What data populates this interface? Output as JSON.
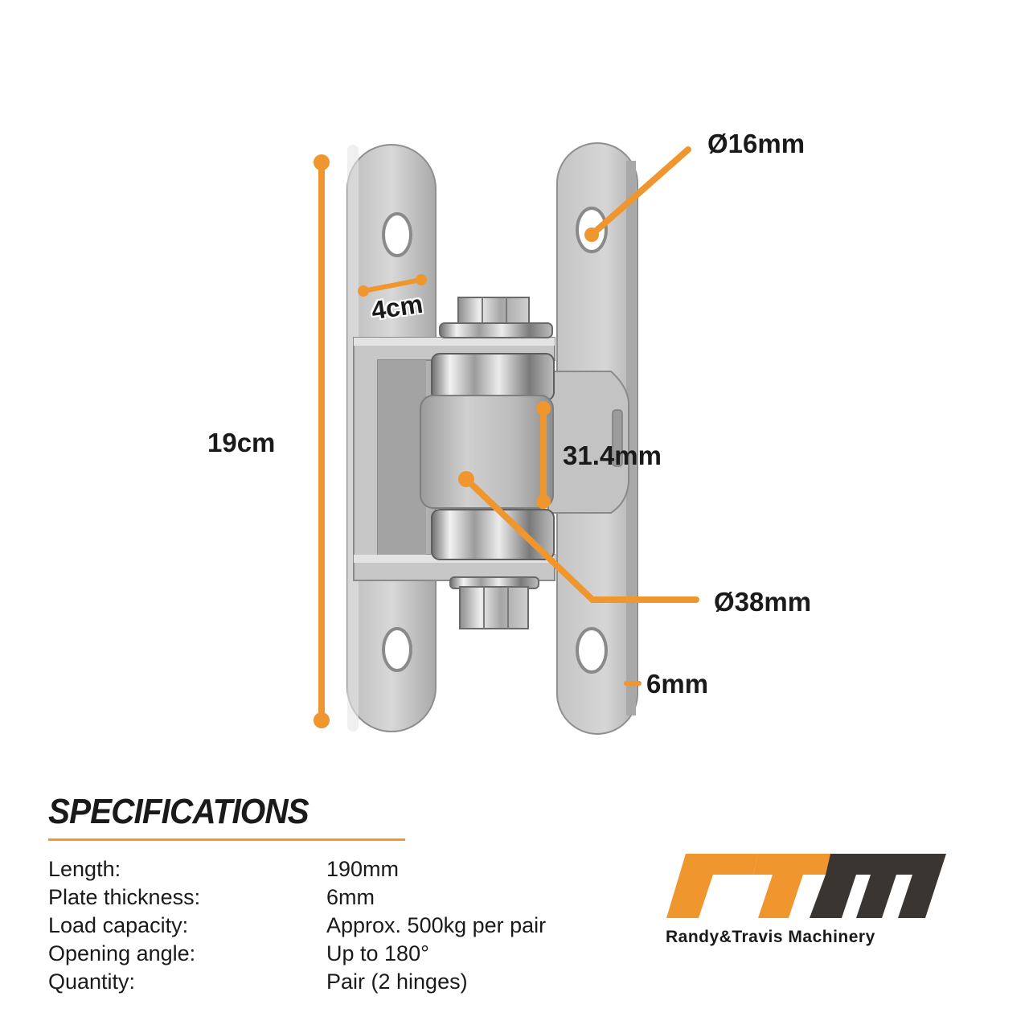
{
  "dimensions": {
    "height_label": "19cm",
    "plate_width_label": "4cm",
    "hole_diameter_label": "Ø16mm",
    "barrel_height_label": "31.4mm",
    "barrel_diameter_label": "Ø38mm",
    "thickness_label": "6mm"
  },
  "specifications": {
    "heading": "SPECIFICATIONS",
    "rows": [
      {
        "key": "Length:",
        "value": "190mm"
      },
      {
        "key": "Plate thickness:",
        "value": "6mm"
      },
      {
        "key": "Load capacity:",
        "value": "Approx. 500kg per pair"
      },
      {
        "key": "Opening angle:",
        "value": "Up to 180°"
      },
      {
        "key": "Quantity:",
        "value": "Pair (2 hinges)"
      }
    ]
  },
  "brand": {
    "logo_letters": "rtm",
    "name": "Randy&Travis Machinery"
  },
  "colors": {
    "accent": "#f0962f",
    "text": "#1a1a1a",
    "steel_light": "#d9d9d9",
    "steel_mid": "#b5b5b5",
    "steel_dark": "#8a8a8a",
    "logo_dark": "#3a3530"
  }
}
